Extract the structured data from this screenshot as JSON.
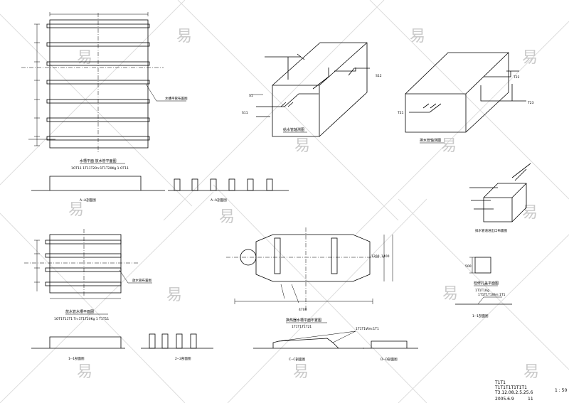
{
  "watermark": {
    "text": "易"
  },
  "top_left_plan": {
    "caption": "水槽平面 放水管平面图",
    "note": "1OT11 1T11T20n:1T1T20Kg 1 OT11",
    "right_label": "水槽平管布置图",
    "section_a": "A--A剖面图",
    "section_b": "A--A剖面图"
  },
  "bottom_left_plan": {
    "caption": "放水管水槽平面图",
    "note": "1OT1T11T1 Tn:1T1T20Kg 1 T1T11",
    "right_label": "放水管布置图",
    "section_a": "1--1剖面图",
    "section_b": "2--2剖面图"
  },
  "iso_views": {
    "left_caption": "给水管轴测图",
    "left_pipes": [
      "S12",
      "S1",
      "S11"
    ],
    "right_caption": "排水管轴测图",
    "right_pipes": [
      "T22",
      "T21",
      "T23"
    ],
    "small_caption": "排水管道进出口布置图"
  },
  "center_plan": {
    "caption": "换热器水槽平面布置图",
    "note": "1T1T1T1T21",
    "width_dim": "4700",
    "height_dim_1": "1200",
    "height_dim_2": "1400",
    "section_c": "C--C剖面图",
    "section_d": "D--D剖面图",
    "slope_note": "1T1T1Wm:1T1"
  },
  "detail": {
    "caption": "检修孔盖平面图",
    "note": "1T1T1Kg",
    "dim": "500",
    "pipe_note": "1T1T1T1Wm:1T1",
    "section": "1--1剖面图"
  },
  "title_block": {
    "line1": "T1T1",
    "line2": "T1T1T1T1T1T1",
    "line3": "T3.12.08.2.5.25.6",
    "line4": "2005.6.9",
    "page": "11",
    "scale": "1 : 50"
  }
}
